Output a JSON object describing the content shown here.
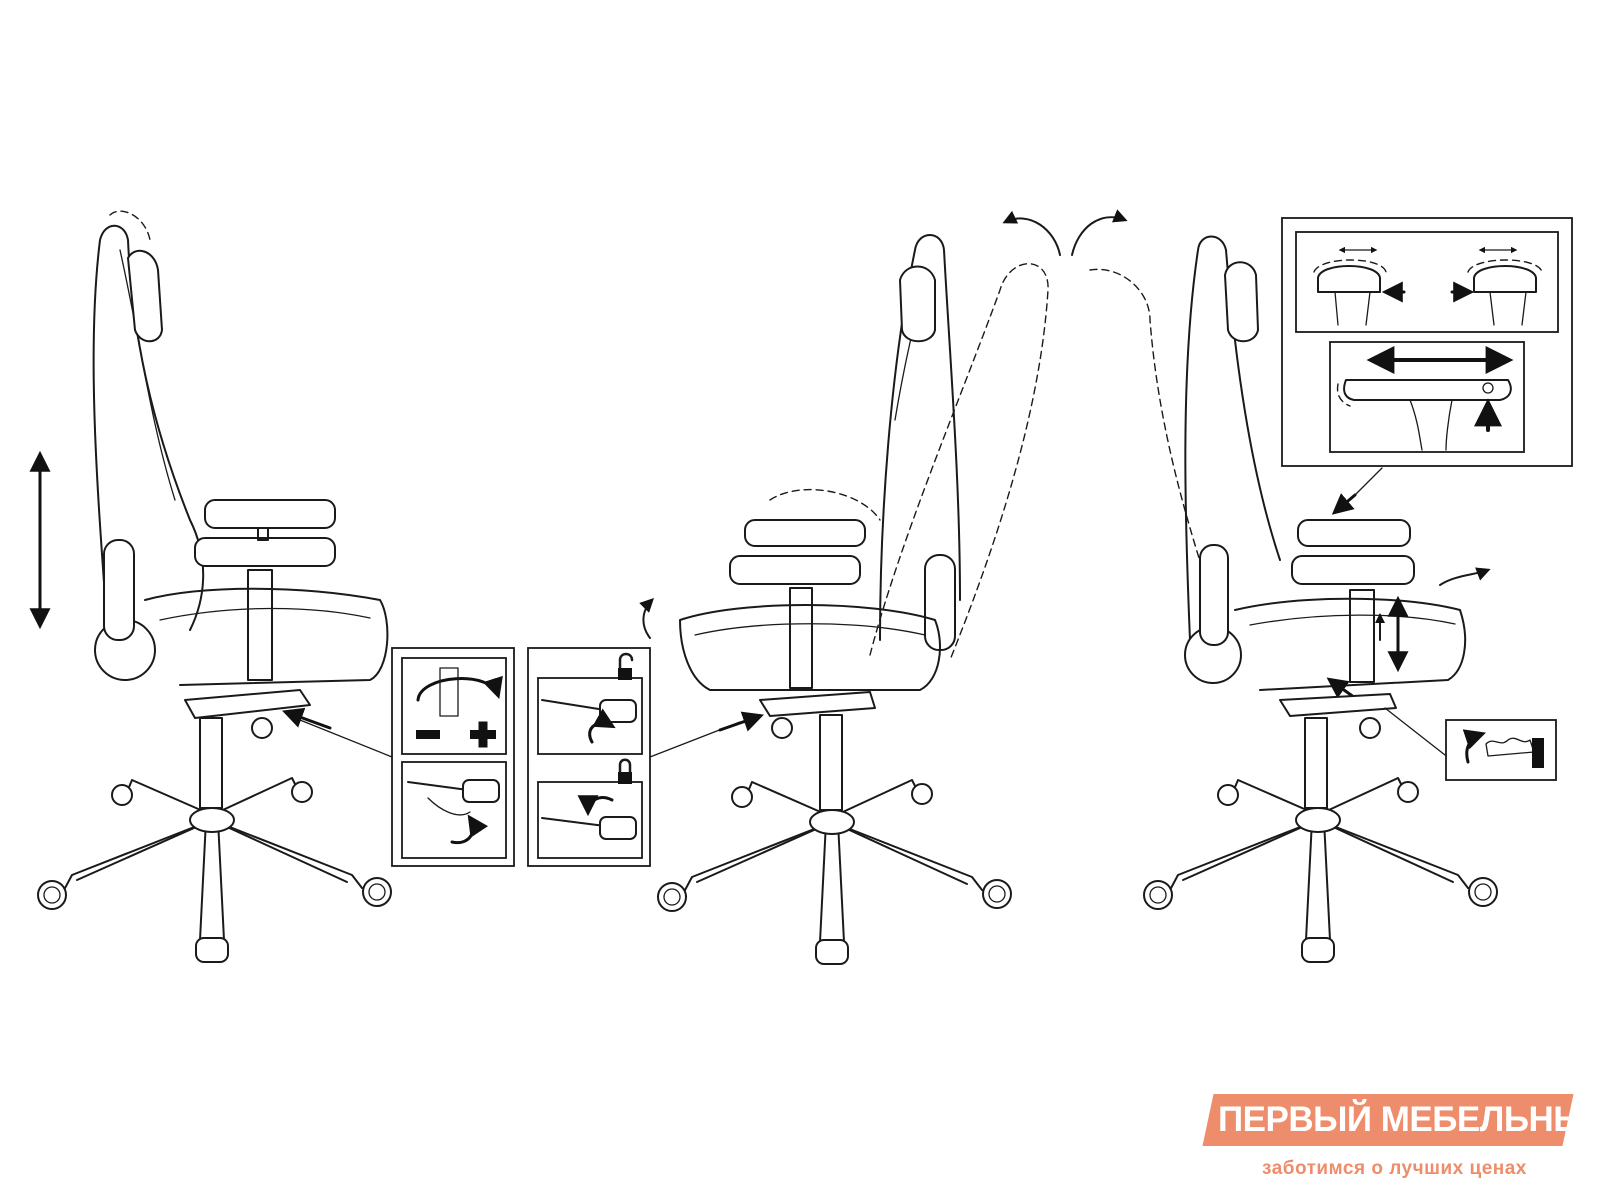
{
  "watermark": {
    "title": "ПЕРВЫЙ МЕБЕЛЬНЫЙ",
    "tagline": "заботимся о лучших ценах",
    "brand_color": "#ee8d6b"
  },
  "figures": [
    {
      "name": "chair-left",
      "shows": [
        "headrest-height",
        "tilt-tension-knob",
        "lift-lever"
      ]
    },
    {
      "name": "chair-middle",
      "shows": [
        "recline-backrest",
        "tilt-lock"
      ]
    },
    {
      "name": "chair-right",
      "shows": [
        "armrest-4d",
        "seat-height-lever"
      ]
    }
  ],
  "icons": [
    "padlock-open-icon",
    "padlock-closed-icon",
    "minus-icon",
    "plus-icon",
    "rotate-arrow-icon",
    "double-arrow-icon"
  ],
  "colors": {
    "line": "#1a1a1a",
    "background": "#ffffff"
  }
}
